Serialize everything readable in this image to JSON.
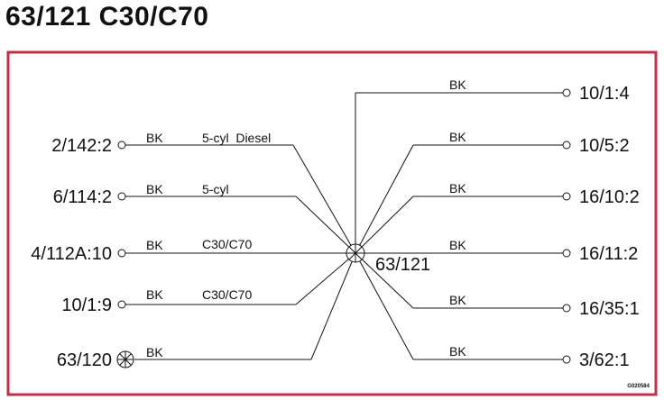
{
  "title": "63/121 C30/C70",
  "splice": {
    "label": "63/121"
  },
  "left_terminals": [
    {
      "label": "2/142:2",
      "wire": "BK",
      "note": "5-cyl  Diesel"
    },
    {
      "label": "6/114:2",
      "wire": "BK",
      "note": "5-cyl"
    },
    {
      "label": "4/112A:10",
      "wire": "BK",
      "note": "C30/C70"
    },
    {
      "label": "10/1:9",
      "wire": "BK",
      "note": "C30/C70"
    },
    {
      "label": "63/120",
      "wire": "BK",
      "note": ""
    }
  ],
  "right_terminals": [
    {
      "label": "10/1:4",
      "wire": "BK"
    },
    {
      "label": "10/5:2",
      "wire": "BK"
    },
    {
      "label": "16/10:2",
      "wire": "BK"
    },
    {
      "label": "16/11:2",
      "wire": "BK"
    },
    {
      "label": "16/35:1",
      "wire": "BK"
    },
    {
      "label": "3/62:1",
      "wire": "BK"
    }
  ],
  "figure_code": "G020584",
  "colors": {
    "frame": "#c0304a",
    "line": "#111111"
  }
}
